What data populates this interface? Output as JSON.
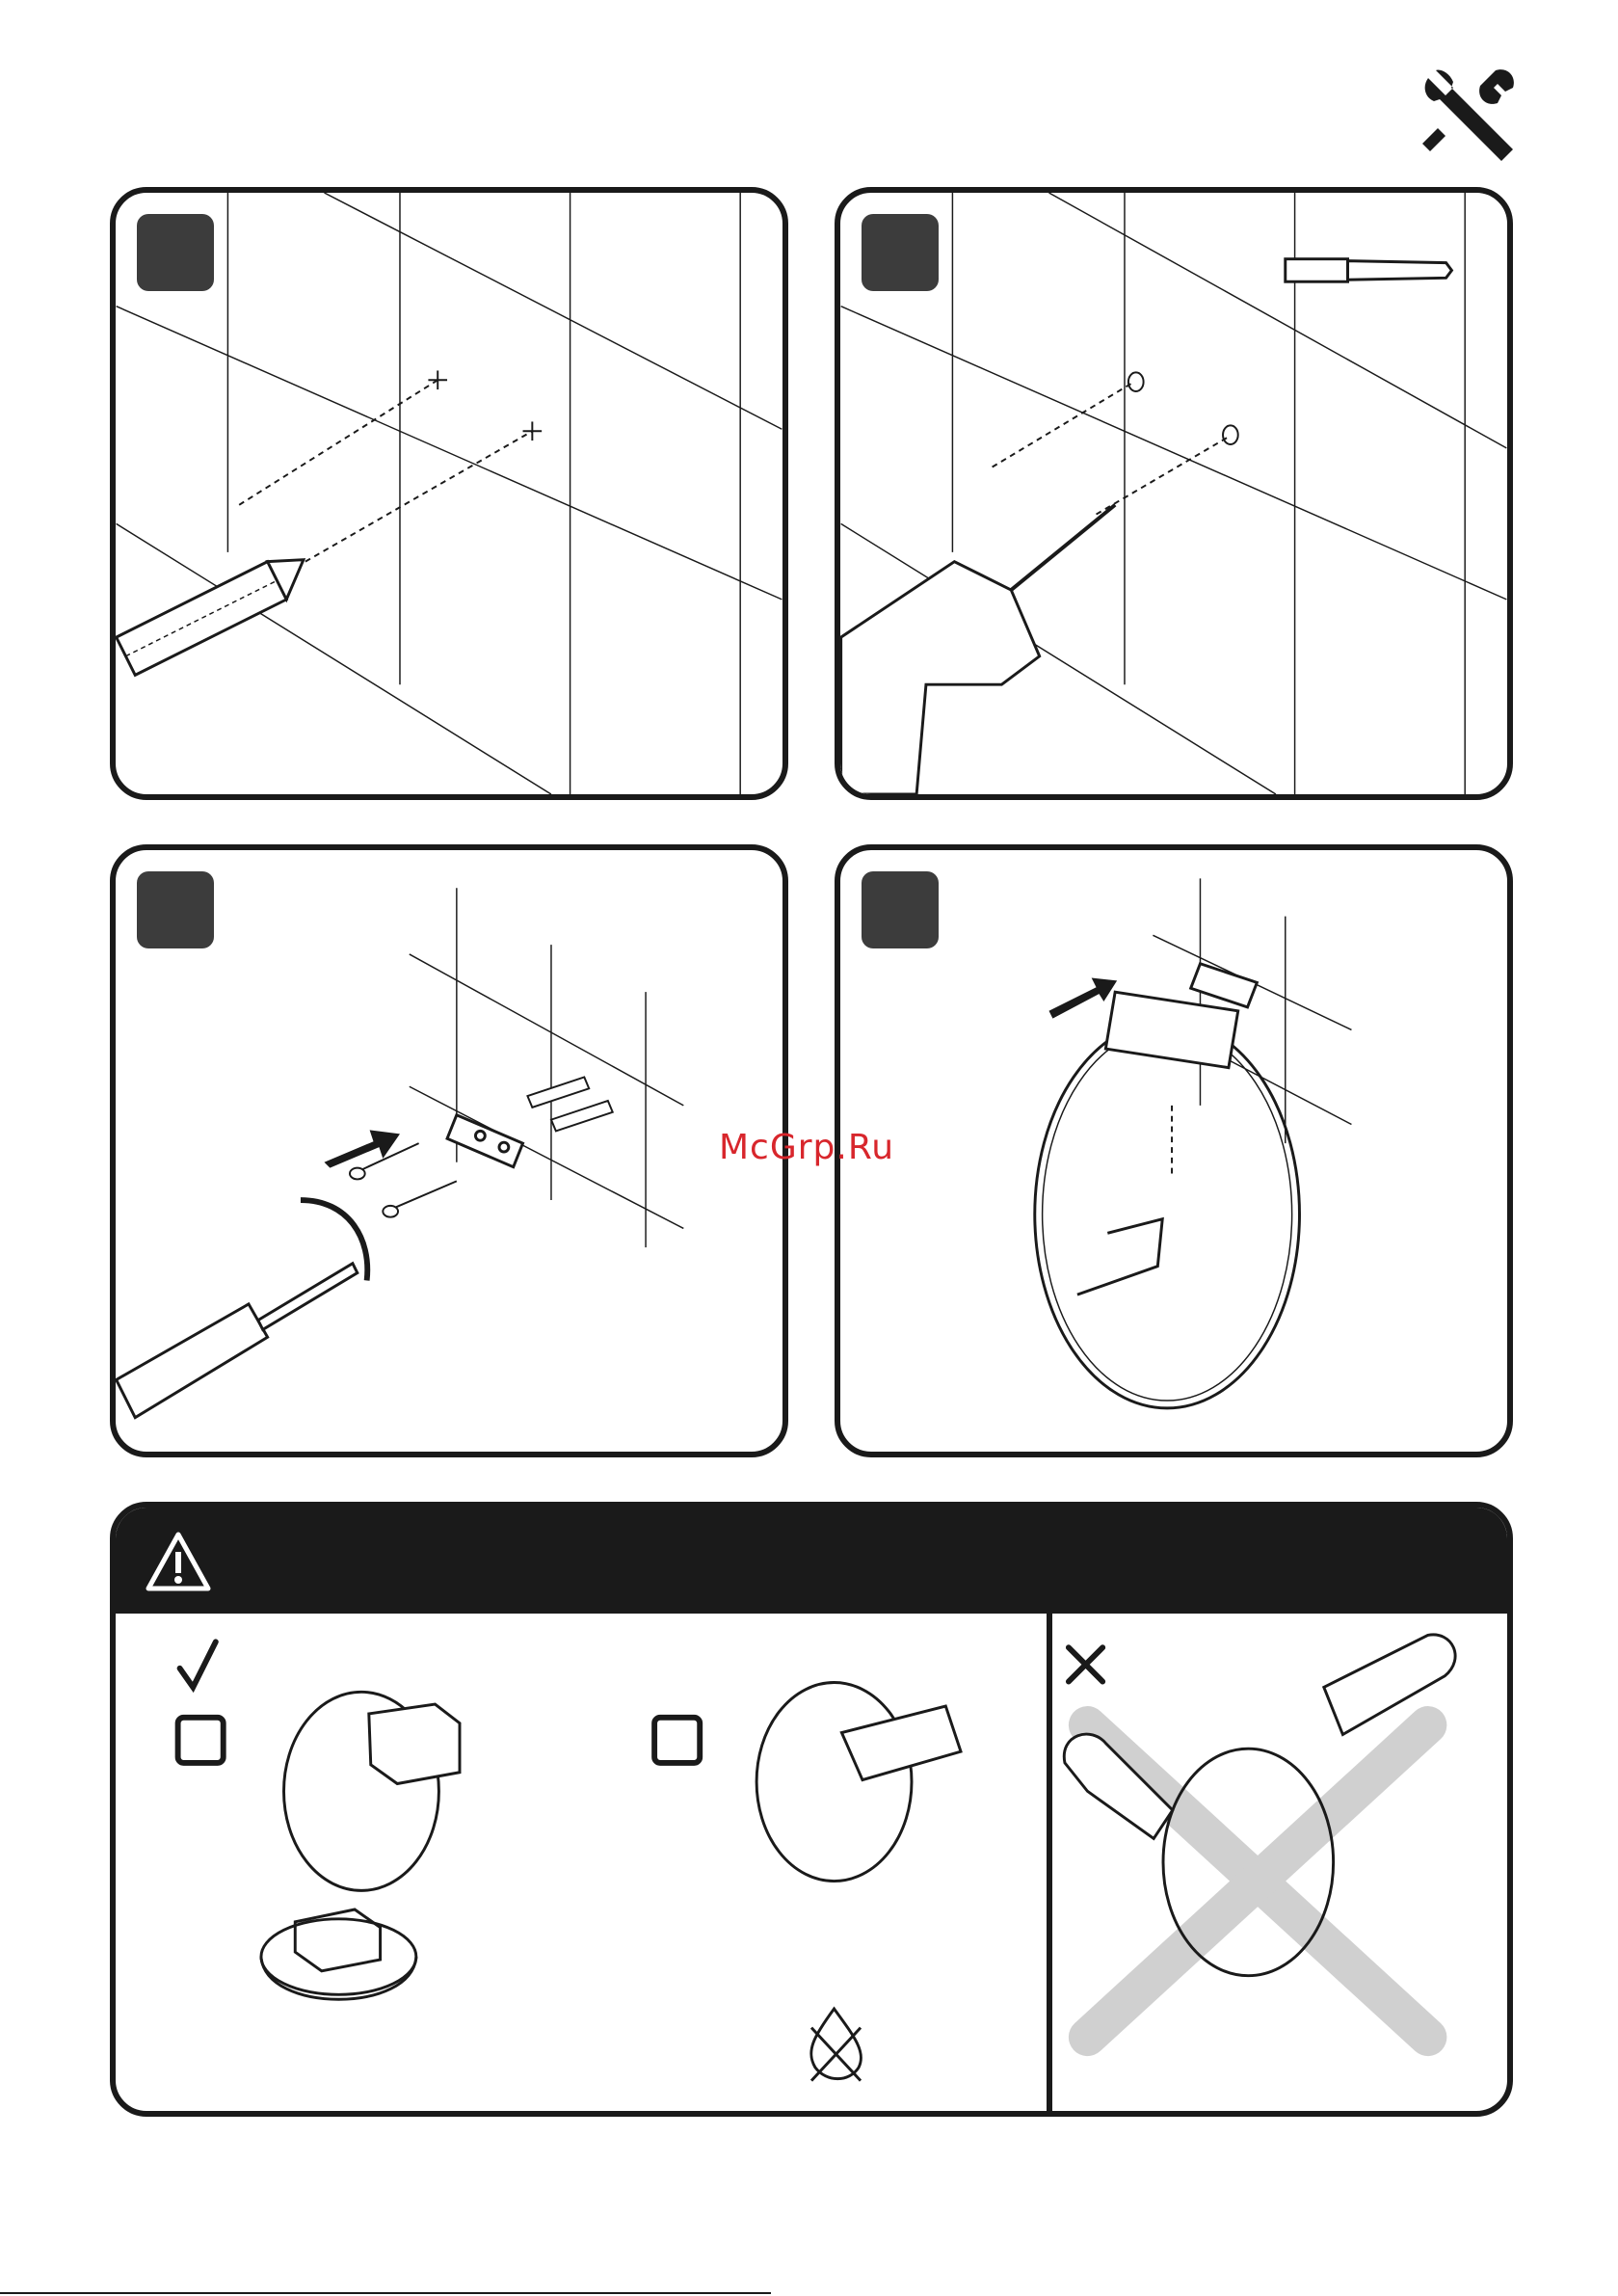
{
  "watermark": {
    "text": "McGrp.Ru",
    "color": "#d8262c"
  },
  "steps": [
    {
      "number": "",
      "depicts": "pencil-marking-holes"
    },
    {
      "number": "",
      "depicts": "drilling-holes"
    },
    {
      "number": "",
      "depicts": "screwing-bracket"
    },
    {
      "number": "",
      "depicts": "attaching-ring"
    }
  ],
  "care": {
    "ok_mark": "✓",
    "bad_mark": "✕"
  },
  "colors": {
    "ink": "#1a1a1a",
    "step_badge": "#3c3c3c",
    "cross_overlay": "#c8c8c8"
  }
}
